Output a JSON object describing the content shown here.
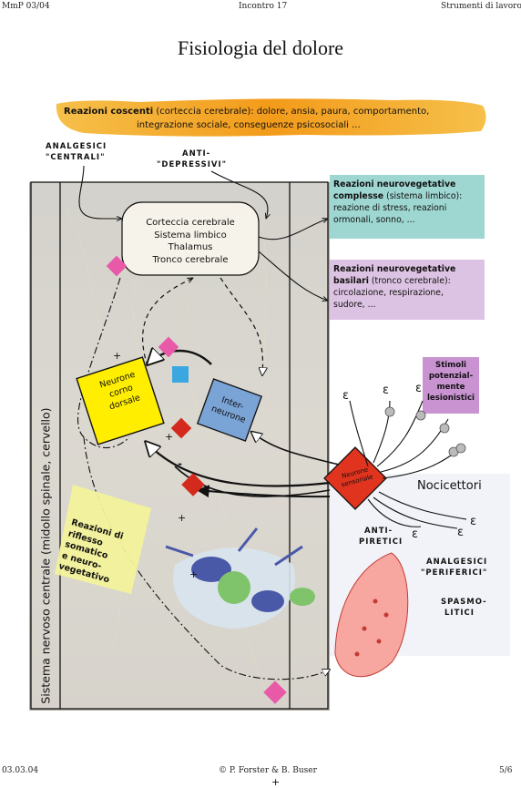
{
  "header": {
    "left": "MmP 03/04",
    "center": "Incontro 17",
    "right": "Strumenti di lavoro"
  },
  "title": "Fisiologia del dolore",
  "footer": {
    "left": "03.03.04",
    "center": "© P. Forster & B. Buser",
    "right": "5/6"
  },
  "diagram": {
    "top_banner": {
      "bold": "Reazioni coscenti",
      "line1": " (corteccia cerebrale): dolore, ansia, paura, comportamento,",
      "line2": "integrazione sociale, conseguenze psicosociali ..."
    },
    "analgesici_centrali": [
      "ANALGESICI",
      "\"CENTRALI\""
    ],
    "anti_depressivi": [
      "ANTI-",
      "\"DEPRESSIVI\""
    ],
    "cns_box": [
      "Corteccia cerebrale",
      "Sistema limbico",
      "Thalamus",
      "Tronco cerebrale"
    ],
    "box_limbico": {
      "bold1": "Reazioni neurovegetative",
      "bold2": "complesse",
      "rest2": " (sistema limbico):",
      "line3": "reazione di stress, reazioni",
      "line4": "ormonali, sonno, ..."
    },
    "box_tronco": {
      "bold1": "Reazioni neurovegetative",
      "bold2": "basilari",
      "rest2": " (tronco cerebrale):",
      "line3": "circolazione, respirazione,",
      "line4": "sudore, ..."
    },
    "stimoli": [
      "Stimoli",
      "potenzial-",
      "mente",
      "lesionistici"
    ],
    "side_label": "Sistema nervoso centrale (midollo spinale, cervello)",
    "neurone_corno": [
      "Neurone",
      "corno",
      "dorsale"
    ],
    "interneurone": [
      "Inter-",
      "neurone"
    ],
    "neurone_sensoriale": [
      "Neurone",
      "sensoriale"
    ],
    "nocicettori": "Nocicettori",
    "anti_piretici": [
      "ANTI-",
      "PIRETICI"
    ],
    "analgesici_periferici": [
      "ANALGESICI",
      "\"PERIFERICI\""
    ],
    "spasmolitici": [
      "SPASMO-",
      "LITICI"
    ],
    "riflesso": [
      "Reazioni di",
      "riflesso",
      "somatico",
      "e neuro-",
      "vegetativo"
    ],
    "markers": {
      "plus": "+",
      "minus": "-"
    },
    "colors": {
      "banner": "#f4a21e",
      "box_limbico": "#8fd0cc",
      "box_tronco": "#d9b9df",
      "stimoli": "#c58ad0",
      "neurone_corno": "#ffee00",
      "interneurone": "#7aa3d6",
      "neurone_sensoriale": "#e0341f",
      "marker_plus": "#e85aa8",
      "marker_red": "#d42a1e",
      "marker_minus": "#3aa7e0",
      "riflesso": "#f3f29a"
    }
  }
}
